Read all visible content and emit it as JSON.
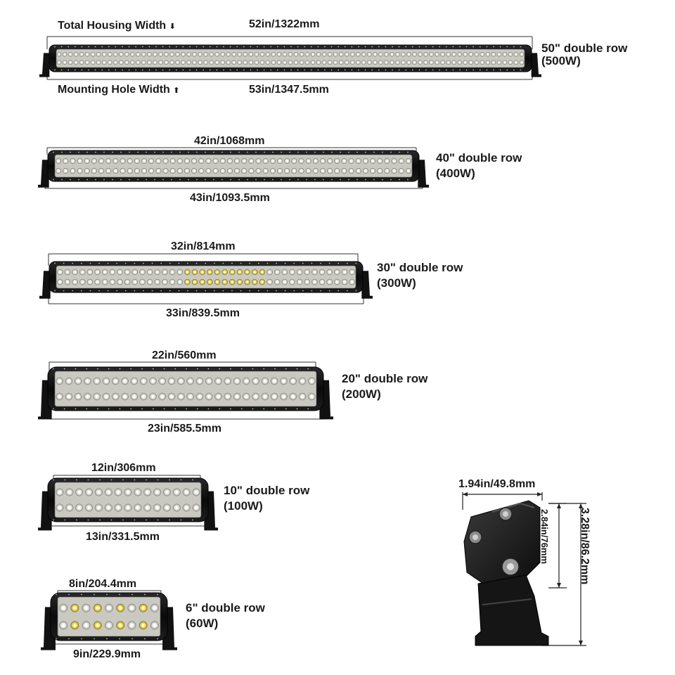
{
  "bar50": {
    "top_label": "Total Housing Width",
    "top_dim": "52in/1322mm",
    "bottom_label": "Mounting Hole Width",
    "bottom_dim": "53in/1347.5mm",
    "model": "50\" double row",
    "power": "(500W)"
  },
  "bar40": {
    "top_dim": "42in/1068mm",
    "bottom_dim": "43in/1093.5mm",
    "model": "40\" double row",
    "power": "(400W)"
  },
  "bar30": {
    "top_dim": "32in/814mm",
    "bottom_dim": "33in/839.5mm",
    "model": "30\" double row",
    "power": "(300W)"
  },
  "bar20": {
    "top_dim": "22in/560mm",
    "bottom_dim": "23in/585.5mm",
    "model": "20\" double row",
    "power": "(200W)"
  },
  "bar10": {
    "top_dim": "12in/306mm",
    "bottom_dim": "13in/331.5mm",
    "model": "10\" double row",
    "power": "(100W)"
  },
  "bar6": {
    "top_dim": "8in/204.4mm",
    "bottom_dim": "9in/229.9mm",
    "model": "6\" double row",
    "power": "(60W)"
  },
  "bracket": {
    "width": "1.94in/49.8mm",
    "inner_height": "2.84in/76mm",
    "total_height": "3.28in/86.2mm"
  },
  "icons": {
    "down_arrow": "arrow-down-icon",
    "up_arrow": "arrow-up-icon"
  }
}
